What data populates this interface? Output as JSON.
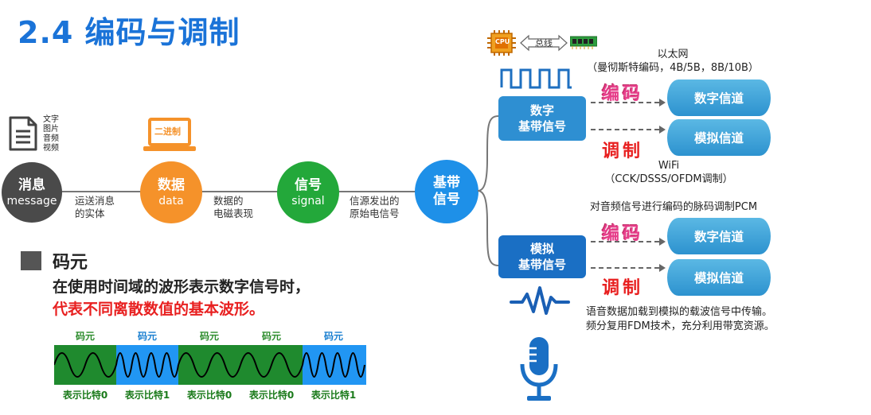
{
  "title": "2.4 编码与调制",
  "top": {
    "cpu_label": "CPU",
    "bus_label": "总线"
  },
  "left_icons": {
    "media_list": [
      "文字",
      "图片",
      "音频",
      "视频"
    ],
    "binary_label": "二进制"
  },
  "flow": {
    "message": {
      "title": "消息",
      "sub": "message",
      "color": "#4a4a4a"
    },
    "data": {
      "title": "数据",
      "sub": "data",
      "color": "#f5922a"
    },
    "signal": {
      "title": "信号",
      "sub": "signal",
      "color": "#23a83a"
    },
    "baseband": {
      "title": "基带\n信号",
      "line1": "基带",
      "line2": "信号",
      "color": "#1e90e8"
    },
    "label1": [
      "运送消息",
      "的实体"
    ],
    "label2": [
      "数据的",
      "电磁表现"
    ],
    "label3": [
      "信源发出的",
      "原始电信号"
    ]
  },
  "digital": {
    "box_line1": "数字",
    "box_line2": "基带信号",
    "top_note_line1": "以太网",
    "top_note_line2": "（曼彻斯特编码，4B/5B，8B/10B）",
    "encode": "编码",
    "modulate": "调制",
    "channel_digital": "数字信道",
    "channel_analog": "模拟信道",
    "wifi_line1": "WiFi",
    "wifi_line2": "（CCK/DSSS/OFDM调制）"
  },
  "analog": {
    "top_note": "对音频信号进行编码的脉码调制PCM",
    "box_line1": "模拟",
    "box_line2": "基带信号",
    "encode": "编码",
    "modulate": "调制",
    "channel_digital": "数字信道",
    "channel_analog": "模拟信道",
    "bottom_note_line1": "语音数据加载到模拟的载波信号中传输。",
    "bottom_note_line2": "频分复用FDM技术，充分利用带宽资源。"
  },
  "symbol": {
    "heading": "码元",
    "desc_line1": "在使用时间域的波形表示数字信号时，",
    "desc_line2": "代表不同离散数值的基本波形。",
    "segments": [
      {
        "label": "码元",
        "bit": "表示比特0",
        "color": "#1f8a2e"
      },
      {
        "label": "码元",
        "bit": "表示比特1",
        "color": "#2196f3"
      },
      {
        "label": "码元",
        "bit": "表示比特0",
        "color": "#1f8a2e"
      },
      {
        "label": "码元",
        "bit": "表示比特0",
        "color": "#1f8a2e"
      },
      {
        "label": "码元",
        "bit": "表示比特1",
        "color": "#2196f3"
      }
    ]
  },
  "colors": {
    "title_blue": "#1a73d8",
    "box_blue": "#2e8fd2",
    "channel_blue": "#3aa0d6",
    "highlight_red": "#e82020"
  }
}
